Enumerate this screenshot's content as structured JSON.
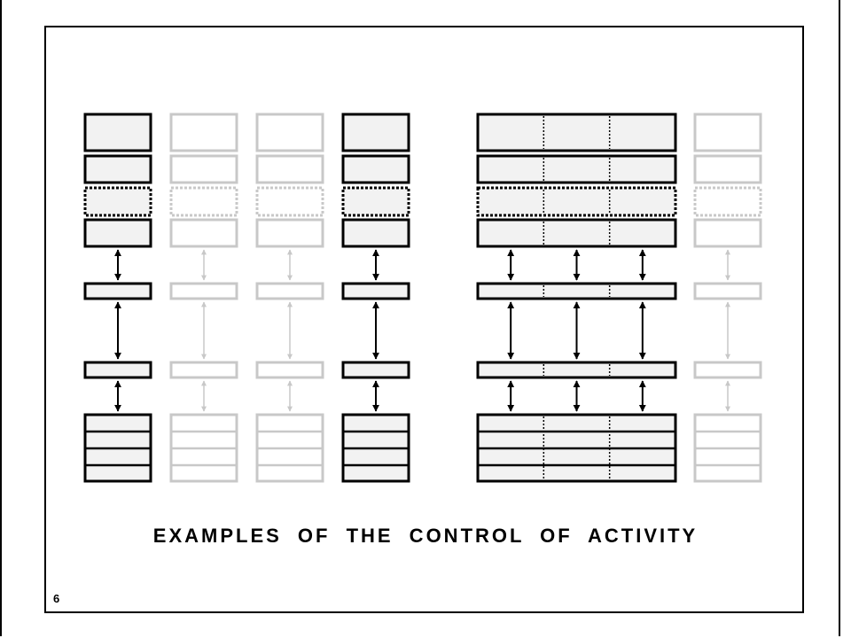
{
  "caption": "EXAMPLES OF THE CONTROL OF ACTIVITY",
  "page_number": "6",
  "colors": {
    "active_stroke": "#000000",
    "active_fill": "#f2f2f2",
    "inactive_stroke": "#c8c8c8",
    "inactive_fill": "#ffffff"
  },
  "columns": [
    {
      "name": "column-1",
      "active": true,
      "units": 1
    },
    {
      "name": "column-2",
      "active": false,
      "units": 1
    },
    {
      "name": "column-3",
      "active": false,
      "units": 1
    },
    {
      "name": "column-4",
      "active": true,
      "units": 1
    },
    {
      "name": "column-5",
      "active": true,
      "units": 3
    },
    {
      "name": "column-6",
      "active": false,
      "units": 1
    }
  ]
}
